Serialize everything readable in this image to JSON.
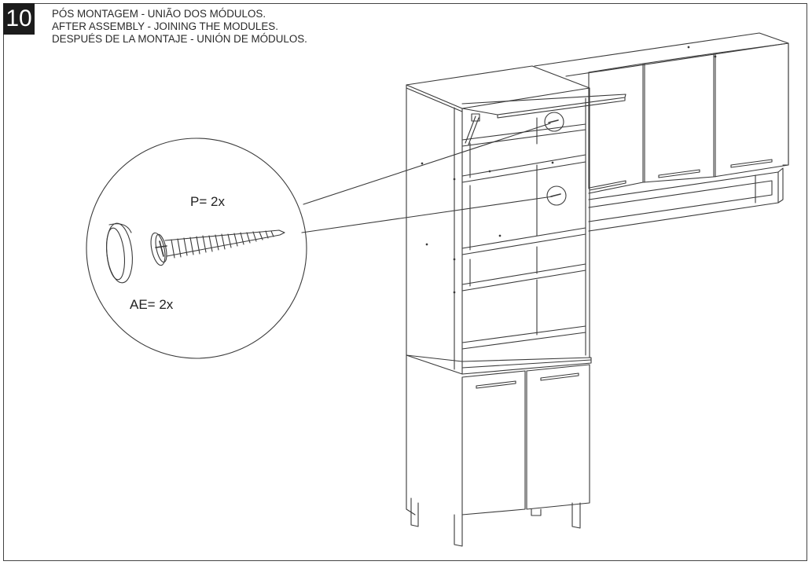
{
  "step": {
    "number": "10"
  },
  "instructions": {
    "pt": "PÓS MONTAGEM - UNIÃO DOS MÓDULOS.",
    "en": "AFTER ASSEMBLY - JOINING THE MODULES.",
    "es": "DESPUÉS DE LA MONTAJE - UNIÓN DE MÓDULOS."
  },
  "callout": {
    "screw_qty": "P= 2x",
    "cap_qty": "AE= 2x"
  },
  "colors": {
    "line": "#3a3a3a",
    "badge": "#1c1c1c",
    "frame": "#444444"
  }
}
